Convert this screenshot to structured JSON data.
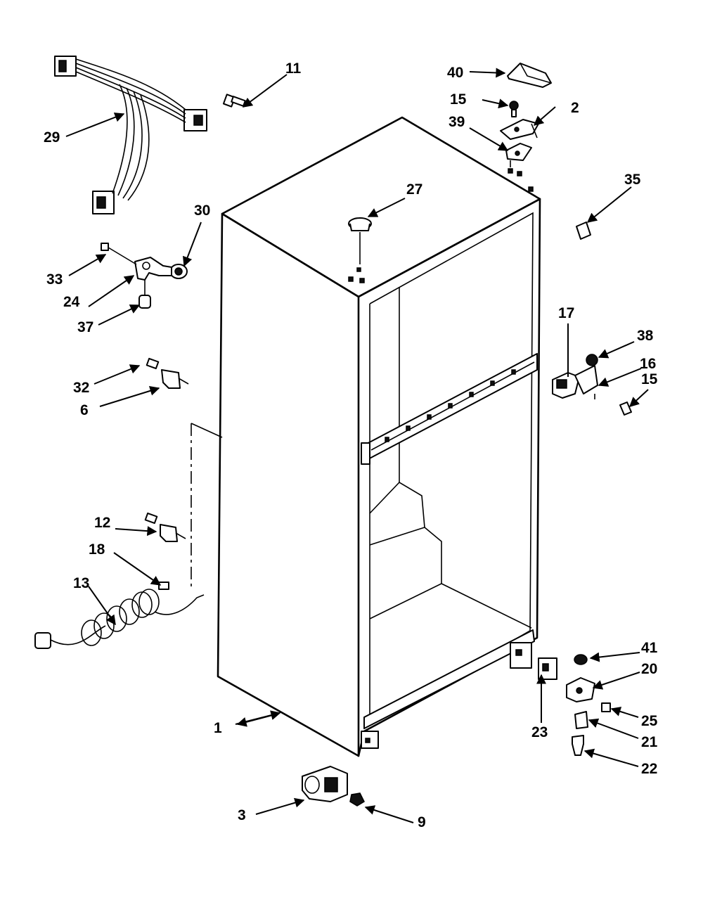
{
  "callouts": [
    {
      "id": "p1",
      "label": "1"
    },
    {
      "id": "p2",
      "label": "2"
    },
    {
      "id": "p3",
      "label": "3"
    },
    {
      "id": "p6",
      "label": "6"
    },
    {
      "id": "p9",
      "label": "9"
    },
    {
      "id": "p11",
      "label": "11"
    },
    {
      "id": "p12",
      "label": "12"
    },
    {
      "id": "p13",
      "label": "13"
    },
    {
      "id": "p15a",
      "label": "15"
    },
    {
      "id": "p15b",
      "label": "15"
    },
    {
      "id": "p16",
      "label": "16"
    },
    {
      "id": "p17",
      "label": "17"
    },
    {
      "id": "p18",
      "label": "18"
    },
    {
      "id": "p20",
      "label": "20"
    },
    {
      "id": "p21",
      "label": "21"
    },
    {
      "id": "p22",
      "label": "22"
    },
    {
      "id": "p23",
      "label": "23"
    },
    {
      "id": "p24",
      "label": "24"
    },
    {
      "id": "p25",
      "label": "25"
    },
    {
      "id": "p27",
      "label": "27"
    },
    {
      "id": "p29",
      "label": "29"
    },
    {
      "id": "p30",
      "label": "30"
    },
    {
      "id": "p32",
      "label": "32"
    },
    {
      "id": "p33",
      "label": "33"
    },
    {
      "id": "p35",
      "label": "35"
    },
    {
      "id": "p37",
      "label": "37"
    },
    {
      "id": "p38",
      "label": "38"
    },
    {
      "id": "p39",
      "label": "39"
    },
    {
      "id": "p40",
      "label": "40"
    },
    {
      "id": "p41",
      "label": "41"
    }
  ]
}
